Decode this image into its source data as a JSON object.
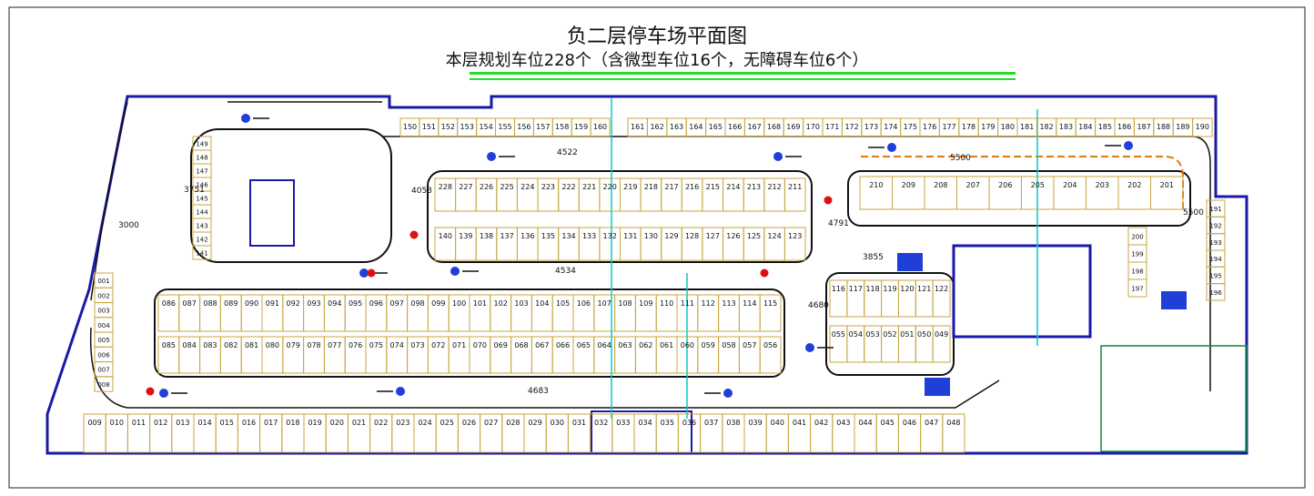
{
  "title": "负二层停车场平面图",
  "subtitle": "本层规划车位228个（含微型车位16个，无障碍车位6个）",
  "colors": {
    "frame": "#222222",
    "wall": "#1a1aa8",
    "lane_outline": "#111111",
    "stall_line": "#c9a640",
    "green_line": "#22dd22",
    "cyan_line": "#00cccc",
    "arrow_blue": "#1f3fd8",
    "marker_red": "#e01010",
    "orange_route": "#e07a10"
  },
  "dimensions": [
    "3751",
    "3000",
    "4053",
    "4522",
    "4534",
    "4680",
    "3855",
    "4791",
    "5500",
    "5500",
    "4683"
  ],
  "rows": {
    "top_a": [
      "150",
      "151",
      "152",
      "153",
      "154",
      "155",
      "156",
      "157",
      "158",
      "159",
      "160"
    ],
    "top_b": [
      "161",
      "162",
      "163",
      "164",
      "165",
      "166",
      "167",
      "168",
      "169",
      "170",
      "171",
      "172",
      "173",
      "174",
      "175",
      "176",
      "177",
      "178",
      "179",
      "180",
      "181",
      "182",
      "183",
      "184",
      "185",
      "186",
      "187",
      "188",
      "189",
      "190"
    ],
    "island1_top": [
      "228",
      "227",
      "226",
      "225",
      "224",
      "223",
      "222",
      "221",
      "220",
      "219",
      "218",
      "217",
      "216",
      "215",
      "214",
      "213",
      "212",
      "211"
    ],
    "island1_bottom": [
      "140",
      "139",
      "138",
      "137",
      "136",
      "135",
      "134",
      "133",
      "132",
      "131",
      "130",
      "129",
      "128",
      "127",
      "126",
      "125",
      "124",
      "123"
    ],
    "island2_top": [
      "210",
      "209",
      "208",
      "207",
      "206",
      "205",
      "204",
      "203",
      "202",
      "201"
    ],
    "right_col_outer": [
      "191",
      "192",
      "193",
      "194",
      "195",
      "196"
    ],
    "right_col_inner": [
      "200",
      "199",
      "198",
      "197"
    ],
    "left_col": [
      "149",
      "148",
      "147",
      "146",
      "145",
      "144",
      "143",
      "142",
      "141"
    ],
    "mid_top": [
      "086",
      "087",
      "088",
      "089",
      "090",
      "091",
      "092",
      "093",
      "094",
      "095",
      "096",
      "097",
      "098",
      "099",
      "100",
      "101",
      "102",
      "103",
      "104",
      "105",
      "106",
      "107",
      "108",
      "109",
      "110",
      "111",
      "112",
      "113",
      "114",
      "115"
    ],
    "mid_bottom": [
      "085",
      "084",
      "083",
      "082",
      "081",
      "080",
      "079",
      "078",
      "077",
      "076",
      "075",
      "074",
      "073",
      "072",
      "071",
      "070",
      "069",
      "068",
      "067",
      "066",
      "065",
      "064",
      "063",
      "062",
      "061",
      "060",
      "059",
      "058",
      "057",
      "056"
    ],
    "block_right_top": [
      "116",
      "117",
      "118",
      "119",
      "120",
      "121",
      "122"
    ],
    "block_right_bottom": [
      "055",
      "054",
      "053",
      "052",
      "051",
      "050",
      "049"
    ],
    "left_small": [
      "001",
      "002",
      "003",
      "004",
      "005",
      "006",
      "007",
      "008"
    ],
    "bottom": [
      "009",
      "010",
      "011",
      "012",
      "013",
      "014",
      "015",
      "016",
      "017",
      "018",
      "019",
      "020",
      "021",
      "022",
      "023",
      "024",
      "025",
      "026",
      "027",
      "028",
      "029",
      "030",
      "031",
      "032",
      "033",
      "034",
      "035",
      "036",
      "037",
      "038",
      "039",
      "040",
      "041",
      "042",
      "043",
      "044",
      "045",
      "046",
      "047",
      "048"
    ]
  }
}
